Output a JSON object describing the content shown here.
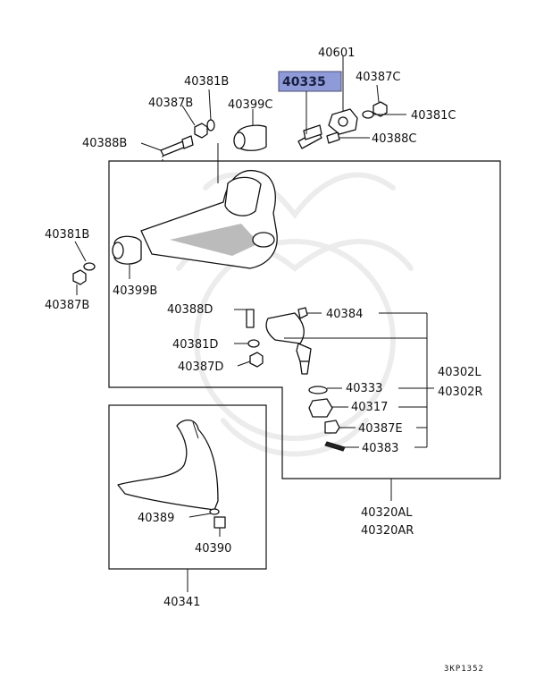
{
  "highlight_color": "#8e9bd8",
  "labels": {
    "p40601": "40601",
    "p40335": "40335",
    "p40387C": "40387C",
    "p40381C": "40381C",
    "p40388C": "40388C",
    "p40381B_top": "40381B",
    "p40387B_top": "40387B",
    "p40399C": "40399C",
    "p40388B": "40388B",
    "p40381B_left": "40381B",
    "p40387B_left": "40387B",
    "p40399B": "40399B",
    "p40388D": "40388D",
    "p40384": "40384",
    "p40381D": "40381D",
    "p40387D": "40387D",
    "p40302L": "40302L",
    "p40302R": "40302R",
    "p40333": "40333",
    "p40317": "40317",
    "p40387E": "40387E",
    "p40383": "40383",
    "p40320AL": "40320AL",
    "p40320AR": "40320AR",
    "p40389": "40389",
    "p40390": "40390",
    "p40341": "40341"
  },
  "diagram_code": "3KP1352"
}
